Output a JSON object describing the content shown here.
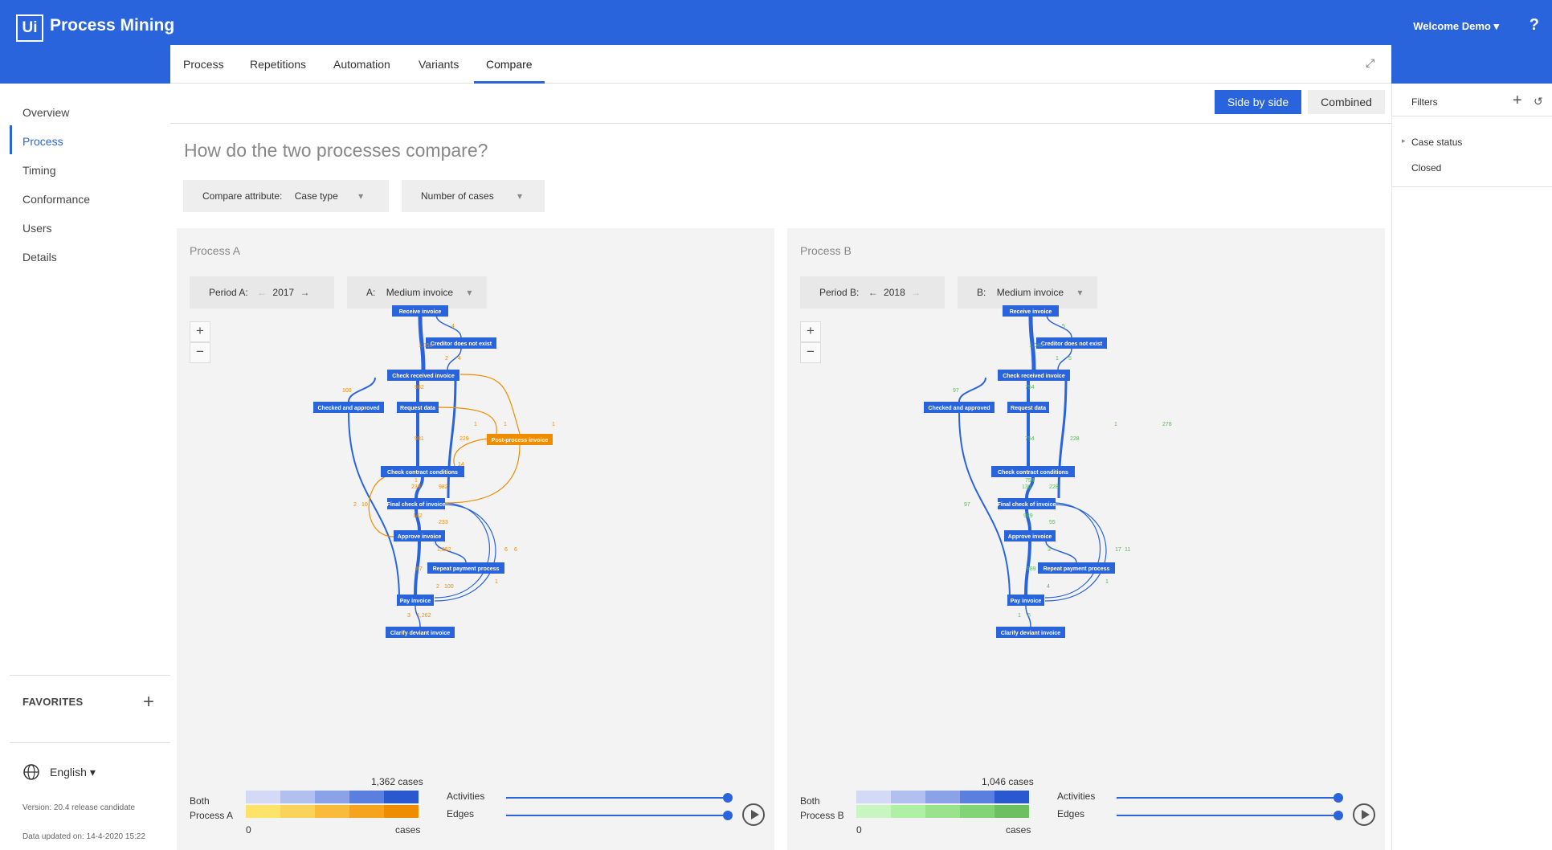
{
  "app": {
    "logo": "Ui",
    "title": "Process Mining",
    "user": "Welcome Demo",
    "help": "?"
  },
  "sidebar": {
    "items": [
      "Overview",
      "Process",
      "Timing",
      "Conformance",
      "Users",
      "Details"
    ],
    "favorites": "FAVORITES",
    "language": "English",
    "version": "Version: 20.4 release candidate",
    "updated": "Data updated on: 14-4-2020 15:22"
  },
  "tabs": [
    "Process",
    "Repetitions",
    "Automation",
    "Variants",
    "Compare"
  ],
  "view": {
    "side_by_side": "Side by side",
    "combined": "Combined"
  },
  "heading": "How do the two processes compare?",
  "compare": {
    "label": "Compare attribute:",
    "value": "Case type",
    "metric": "Number of cases"
  },
  "processA": {
    "title": "Process A",
    "period_label": "Period A:",
    "period": "2017",
    "cat_label": "A:",
    "cat": "Medium invoice",
    "cases": "1,362 cases",
    "both": "Both",
    "name": "Process A",
    "zero": "0",
    "unit": "cases",
    "activities": "Activities",
    "edges": "Edges"
  },
  "processB": {
    "title": "Process B",
    "period_label": "Period B:",
    "period": "2018",
    "cat_label": "B:",
    "cat": "Medium invoice",
    "cases": "1,046 cases",
    "both": "Both",
    "name": "Process B",
    "zero": "0",
    "unit": "cases",
    "activities": "Activities",
    "edges": "Edges"
  },
  "filters": {
    "title": "Filters",
    "status": "Case status",
    "closed": "Closed"
  },
  "graph": {
    "nodes": [
      "Receive invoice",
      "Creditor does not exist",
      "Check received invoice",
      "Checked and approved",
      "Request data",
      "Post-process invoice",
      "Check contract conditions",
      "Final check of invoice",
      "Approve invoice",
      "Repeat payment process",
      "Pay invoice",
      "Clarify deviant invoice"
    ],
    "edgesA": [
      "1,358",
      "4",
      "2",
      "4",
      "100",
      "982",
      "981",
      "229",
      "1",
      "1",
      "1",
      "233",
      "982",
      "142",
      "233",
      "1,262",
      "87",
      "1",
      "2",
      "1,262",
      "3",
      "2",
      "6",
      "6",
      "100",
      "14",
      "10",
      "1"
    ],
    "edgesB": [
      "1,045",
      "5",
      "1",
      "5",
      "97",
      "754",
      "754",
      "228",
      "1",
      "278",
      "754",
      "130",
      "228",
      "989",
      "55",
      "3",
      "989",
      "1",
      "4",
      "5",
      "1",
      "97",
      "17",
      "11"
    ]
  },
  "colors": {
    "accent": "#2a64dc",
    "orange": "#f08c00",
    "green": "#5cb85c"
  }
}
